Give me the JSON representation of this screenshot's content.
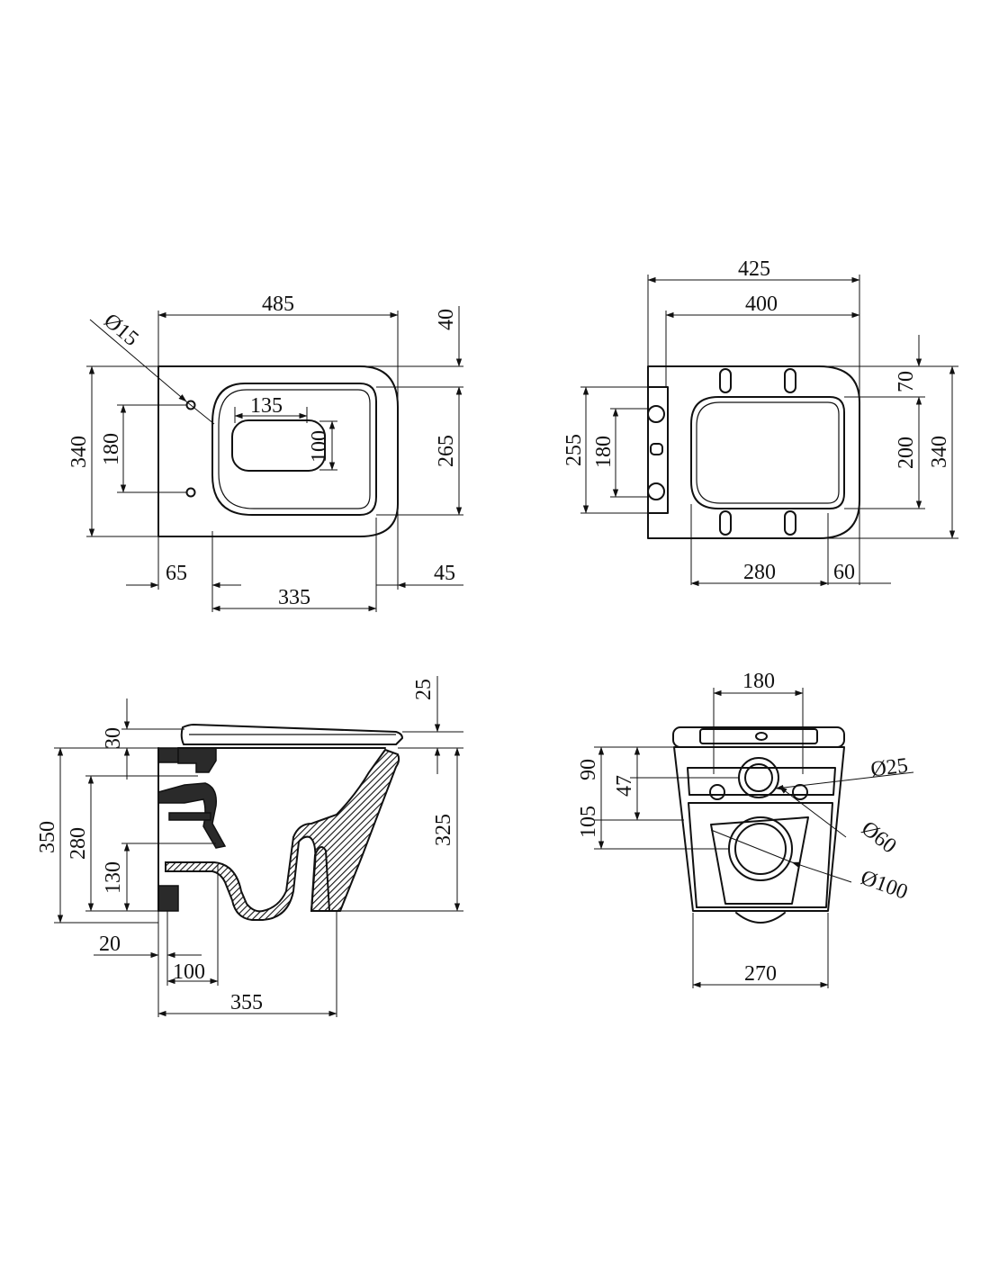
{
  "top_view": {
    "width_485": "485",
    "top_40": "40",
    "hole_dia": "Ø15",
    "bowl_135": "135",
    "bowl_100": "100",
    "height_340": "340",
    "holes_180": "180",
    "right_265": "265",
    "left_65": "65",
    "bottom_45": "45",
    "bowl_335": "335"
  },
  "seat_view": {
    "width_425": "425",
    "width_400": "400",
    "top_70": "70",
    "mid_200": "200",
    "height_340": "340",
    "left_255": "255",
    "left_180": "180",
    "bottom_280": "280",
    "bottom_60": "60"
  },
  "side_view": {
    "seat_25": "25",
    "seat_30": "30",
    "height_350": "350",
    "height_280": "280",
    "height_325": "325",
    "height_130": "130",
    "offset_20": "20",
    "depth_100": "100",
    "depth_355": "355"
  },
  "back_view": {
    "top_180": "180",
    "dia_25": "Ø25",
    "h_90": "90",
    "h_47": "47",
    "h_105": "105",
    "dia_60": "Ø60",
    "dia_100": "Ø100",
    "bottom_270": "270"
  }
}
